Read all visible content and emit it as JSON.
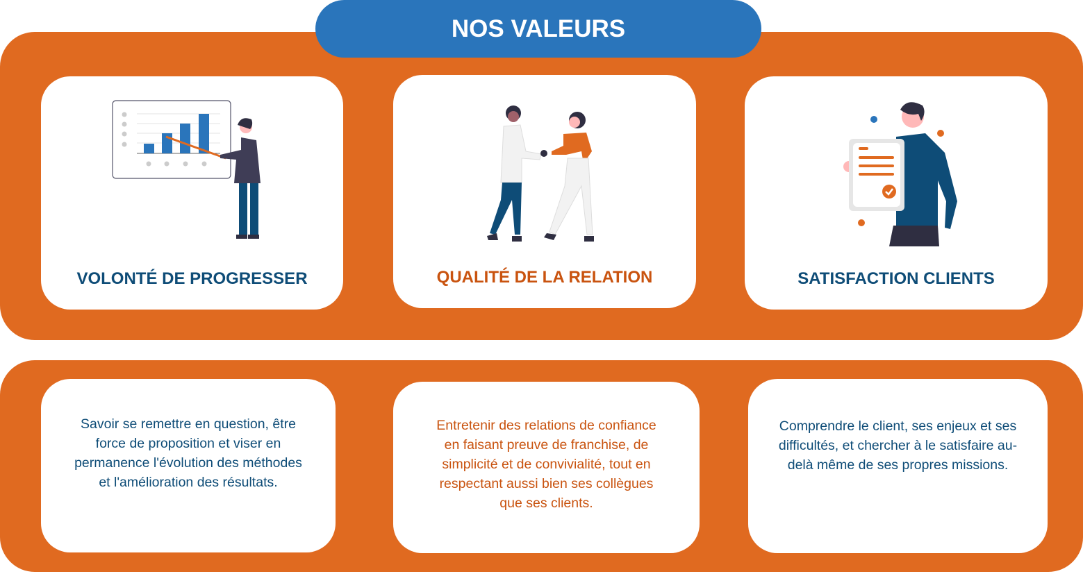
{
  "header": {
    "title": "NOS VALEURS"
  },
  "values": [
    {
      "title": "VOLONTÉ DE PROGRESSER",
      "description": "Savoir se remettre en question, être force de proposition et viser en permanence l'évolution des méthodes et l'amélioration des résultats.",
      "icon": "presentation-chart-illustration"
    },
    {
      "title": "QUALITÉ DE LA RELATION",
      "description": "Entretenir des relations de confiance en faisant preuve de franchise, de simplicité et de convivialité, tout en respectant aussi bien ses collègues que ses clients.",
      "icon": "handshake-illustration"
    },
    {
      "title": "SATISFACTION CLIENTS",
      "description": "Comprendre le client, ses enjeux et ses difficultés, et chercher à le satisfaire au-delà même de ses propres missions.",
      "icon": "approved-document-illustration"
    }
  ],
  "colors": {
    "orange": "#E06A20",
    "blue": "#2A75BB",
    "dark_blue": "#0E4C77",
    "text_orange": "#C9530F"
  }
}
